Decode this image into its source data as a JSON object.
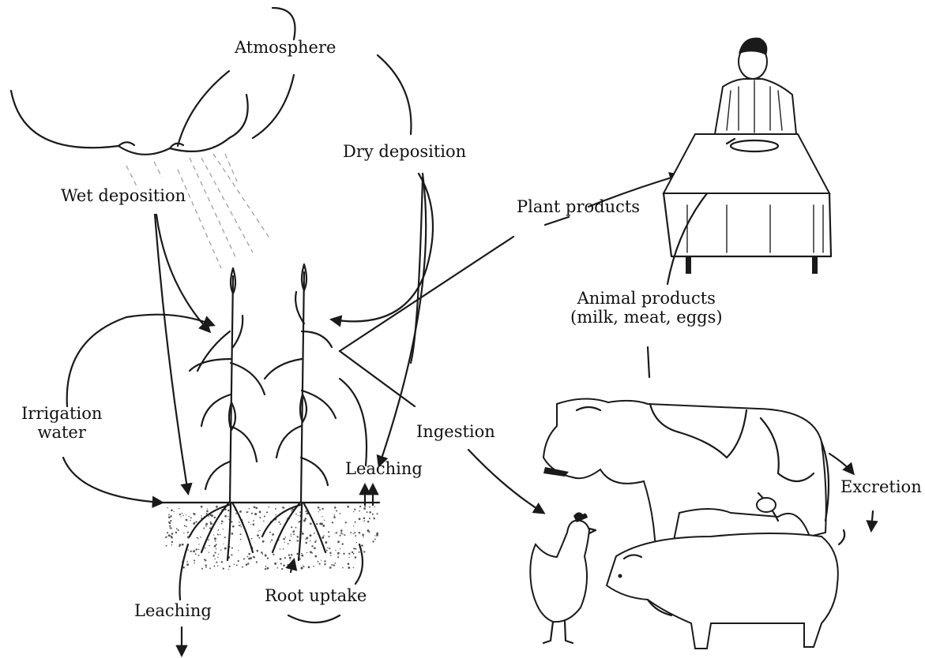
{
  "labels": {
    "atmosphere": "Atmosphere",
    "dry_deposition": "Dry deposition",
    "wet_deposition": "Wet deposition",
    "plant_products": "Plant products",
    "animal_products_line1": "Animal products",
    "animal_products_line2": "(milk, meat, eggs)",
    "irrigation_line1": "Irrigation",
    "irrigation_line2": "water",
    "ingestion": "Ingestion",
    "leaching_upper": "Leaching",
    "excretion": "Excretion",
    "leaching_lower": "Leaching",
    "root_uptake": "Root uptake"
  },
  "icons": [
    "cloud-icon",
    "rain-icon",
    "corn-plant-icon",
    "soil-icon",
    "person-at-table-icon",
    "cow-icon",
    "pig-icon",
    "chicken-icon"
  ],
  "colors": {
    "ink": "#1a1a1a",
    "background": "#ffffff"
  }
}
